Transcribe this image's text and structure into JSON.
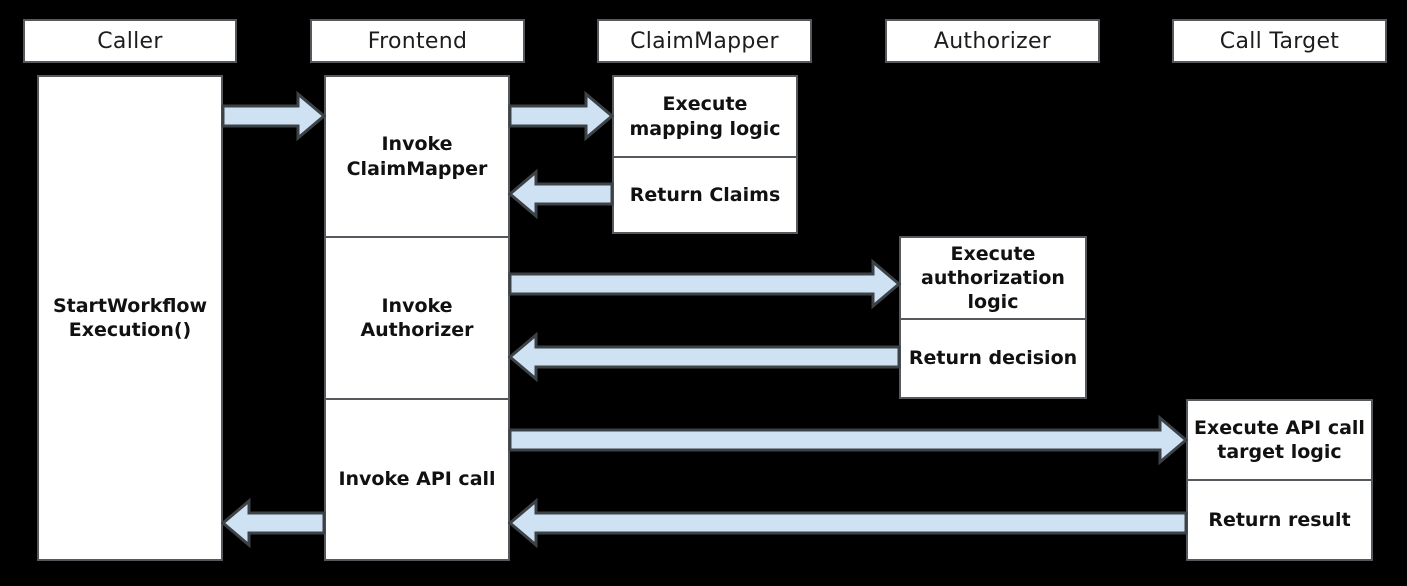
{
  "colors": {
    "background": "#000000",
    "box_fill": "#ffffff",
    "box_border": "#55595e",
    "arrow_fill": "#cfe2f3",
    "arrow_border": "#3d4247",
    "text": "#111111"
  },
  "columns": {
    "caller": {
      "header": "Caller",
      "steps": {
        "start": "StartWorkflow\nExecution()"
      }
    },
    "frontend": {
      "header": "Frontend",
      "steps": {
        "invoke_claimmapper": "Invoke\nClaimMapper",
        "invoke_authorizer": "Invoke\nAuthorizer",
        "invoke_api_call": "Invoke API call"
      }
    },
    "claimmapper": {
      "header": "ClaimMapper",
      "steps": {
        "execute": "Execute\nmapping logic",
        "return": "Return Claims"
      }
    },
    "authorizer": {
      "header": "Authorizer",
      "steps": {
        "execute": "Execute\nauthorization\nlogic",
        "return": "Return decision"
      }
    },
    "call_target": {
      "header": "Call Target",
      "steps": {
        "execute": "Execute API call\ntarget logic",
        "return": "Return result"
      }
    }
  },
  "arrows": [
    {
      "name": "caller-to-frontend",
      "from": "Caller",
      "to": "Frontend",
      "direction": "right"
    },
    {
      "name": "frontend-to-claimmapper",
      "from": "Frontend",
      "to": "ClaimMapper",
      "direction": "right"
    },
    {
      "name": "claimmapper-return-to-frontend",
      "from": "ClaimMapper",
      "to": "Frontend",
      "direction": "left"
    },
    {
      "name": "frontend-to-authorizer",
      "from": "Frontend",
      "to": "Authorizer",
      "direction": "right"
    },
    {
      "name": "authorizer-return-to-frontend",
      "from": "Authorizer",
      "to": "Frontend",
      "direction": "left"
    },
    {
      "name": "frontend-to-calltarget",
      "from": "Frontend",
      "to": "Call Target",
      "direction": "right"
    },
    {
      "name": "calltarget-return-to-frontend",
      "from": "Call Target",
      "to": "Frontend",
      "direction": "left"
    },
    {
      "name": "frontend-return-to-caller",
      "from": "Frontend",
      "to": "Caller",
      "direction": "left"
    }
  ]
}
